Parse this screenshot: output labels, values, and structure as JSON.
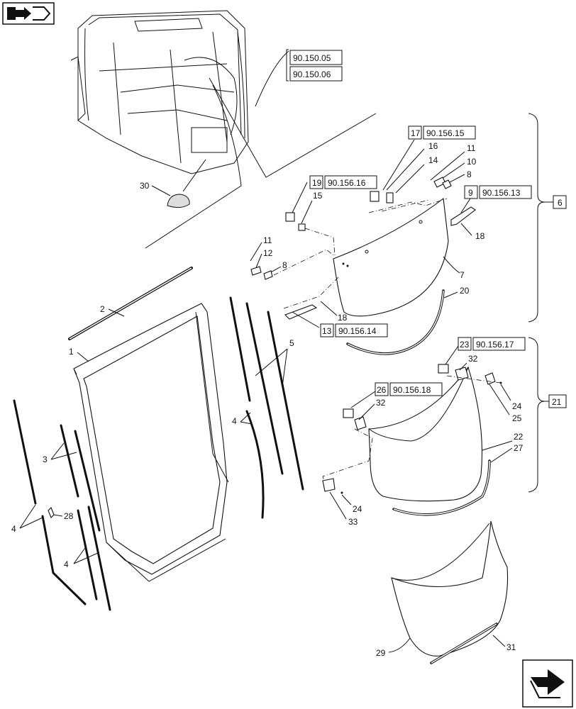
{
  "refs": {
    "r_90_150_05": "90.150.05",
    "r_90_150_06": "90.150.06",
    "r17": "17",
    "r_90_156_15": "90.156.15",
    "r19": "19",
    "r_90_156_16": "90.156.16",
    "r9": "9",
    "r_90_156_13": "90.156.13",
    "r13": "13",
    "r_90_156_14": "90.156.14",
    "r23": "23",
    "r_90_156_17": "90.156.17",
    "r26": "26",
    "r_90_156_18": "90.156.18",
    "r6": "6",
    "r21": "21"
  },
  "labels": {
    "l30": "30",
    "l16": "16",
    "l14": "14",
    "l11a": "11",
    "l10": "10",
    "l8a": "8",
    "l15": "15",
    "l18a": "18",
    "l11b": "11",
    "l12": "12",
    "l8b": "8",
    "l7": "7",
    "l20": "20",
    "l18b": "18",
    "l2": "2",
    "l1": "1",
    "l5": "5",
    "l32a": "32",
    "l24a": "24",
    "l25": "25",
    "l32b": "32",
    "l22": "22",
    "l27": "27",
    "l3": "3",
    "l28": "28",
    "l4a": "4",
    "l4b": "4",
    "l4c": "4",
    "l24b": "24",
    "l33": "33",
    "l31": "31",
    "l29": "29"
  },
  "icons": {
    "top_left": "book-arrow-icon",
    "bottom_right": "next-page-arrow-icon"
  }
}
